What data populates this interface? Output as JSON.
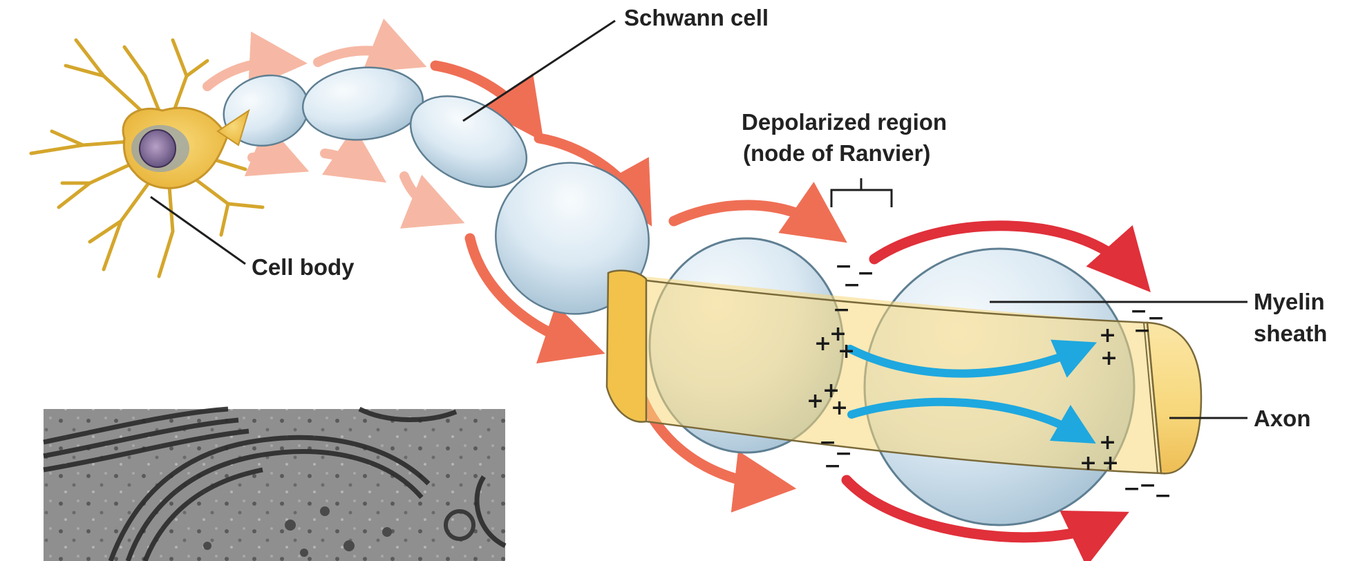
{
  "labels": {
    "schwann_cell": "Schwann cell",
    "depolarized_region_line1": "Depolarized region",
    "depolarized_region_line2": "(node of Ranvier)",
    "cell_body": "Cell body",
    "myelin_sheath_line1": "Myelin",
    "myelin_sheath_line2": "sheath",
    "axon": "Axon"
  },
  "charges": {
    "plus": "+",
    "minus": "−"
  },
  "colors": {
    "cell_body": "#f2c64a",
    "myelin": "#dbe9f3",
    "axon": "#f7d77a",
    "current_arrow_faint": "#f6b8a4",
    "current_arrow": "#ef6f55",
    "current_arrow_strong": "#e0303a",
    "ion_flow_arrow": "#1ea8df",
    "micrograph": "#7a7a7a"
  }
}
